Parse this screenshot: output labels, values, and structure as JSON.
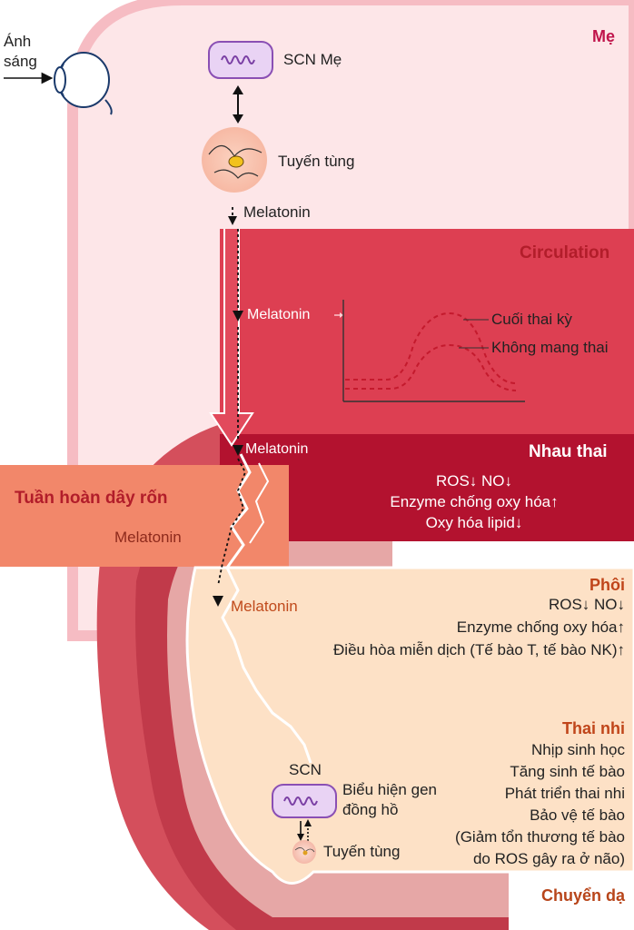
{
  "mother": {
    "label": "Mẹ",
    "light_label": [
      "Ánh",
      "sáng"
    ],
    "scn_label": "SCN Mẹ",
    "pineal_label": "Tuyến tùng",
    "melatonin_label": "Melatonin"
  },
  "circulation": {
    "title": "Circulation",
    "melatonin_label": "Melatonin",
    "curve_late_pregnancy": "Cuối thai kỳ",
    "curve_non_pregnant": "Không mang thai"
  },
  "placenta": {
    "title": "Nhau thai",
    "melatonin_label": "Melatonin",
    "effects": [
      "ROS↓ NO↓",
      "Enzyme chống oxy hóa↑",
      "Oxy hóa lipid↓"
    ]
  },
  "umbilical": {
    "title": "Tuần hoàn dây rốn",
    "melatonin_label": "Melatonin"
  },
  "embryo": {
    "title": "Phôi",
    "melatonin_label": "Melatonin",
    "effects": [
      "ROS↓ NO↓",
      "Enzyme chống oxy hóa↑",
      "Điều hòa miễn dịch (Tế bào T, tế bào NK)↑"
    ]
  },
  "fetus": {
    "title": "Thai nhi",
    "effects": [
      "Nhịp sinh học",
      "Tăng sinh tế bào",
      "Phát triển thai nhi",
      "Bảo vệ tế bào",
      "(Giảm tổn thương tế bào",
      "do ROS gây ra ở não)"
    ],
    "scn_label": "SCN",
    "clock_gene_label": [
      "Biểu hiện gen",
      "đồng hồ"
    ],
    "pineal_label": "Tuyến tùng"
  },
  "labor": {
    "title": "Chuyển dạ"
  },
  "colors": {
    "mother_bg": "#fde6e8",
    "circulation_band": "#dd3f52",
    "placenta_band": "#b3122f",
    "umbilical_band": "#f2876a",
    "embryo_bg": "#fde1c6",
    "uterus": "#c74150",
    "scn_box": "#d9b8ea"
  }
}
